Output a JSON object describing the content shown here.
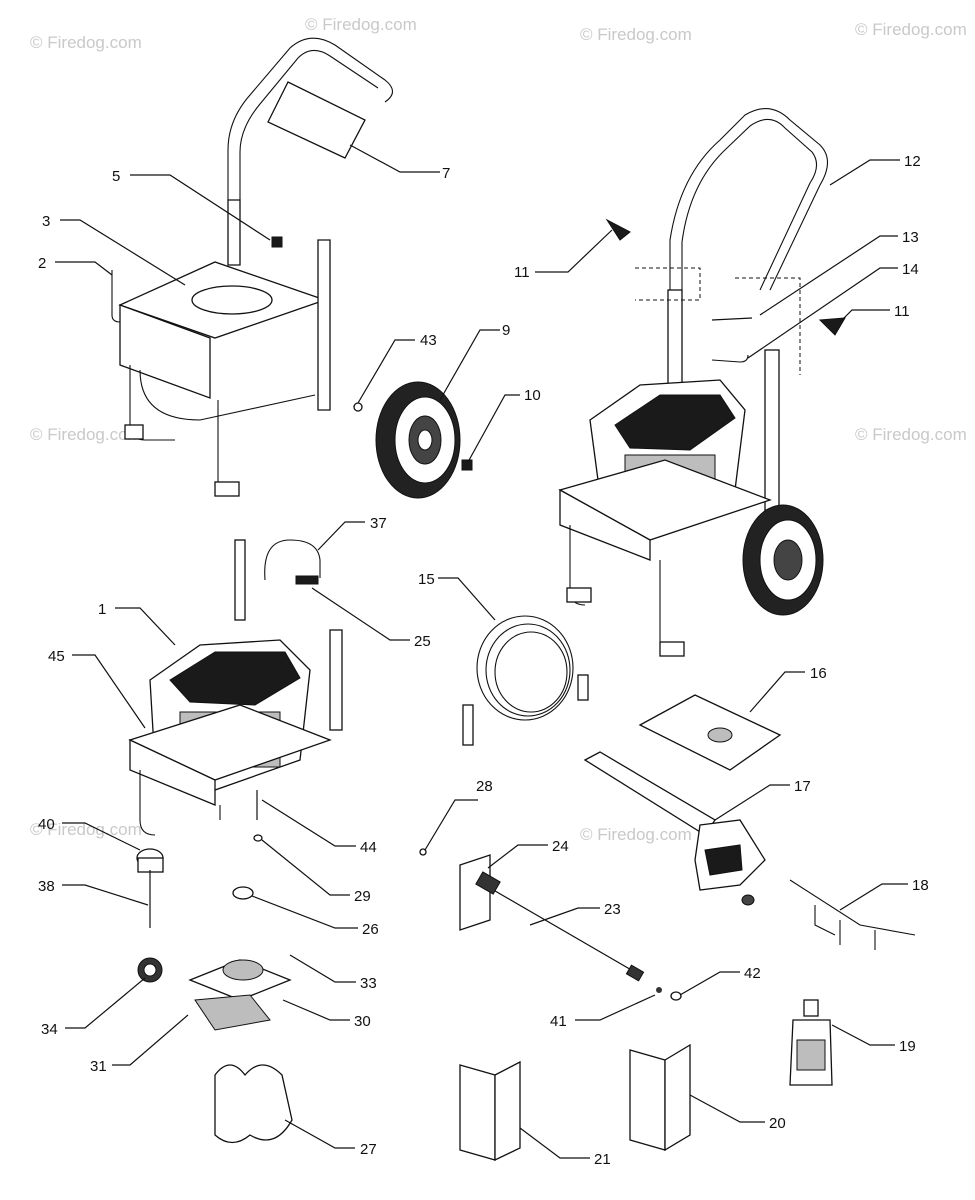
{
  "watermarks": [
    "© Firedog.com",
    "© Firedog.com",
    "© Firedog.com",
    "© Firedog.com",
    "© Firedog.com",
    "© Firedog.com",
    "© Firedog.com",
    "© Firedog.com"
  ],
  "part_labels": {
    "p1": "1",
    "p2": "2",
    "p3": "3",
    "p5": "5",
    "p7": "7",
    "p9": "9",
    "p10": "10",
    "p11a": "11",
    "p11b": "11",
    "p12": "12",
    "p13": "13",
    "p14": "14",
    "p15": "15",
    "p16": "16",
    "p17": "17",
    "p18": "18",
    "p19": "19",
    "p20": "20",
    "p21": "21",
    "p23": "23",
    "p24": "24",
    "p25": "25",
    "p26": "26",
    "p27": "27",
    "p28": "28",
    "p29": "29",
    "p30": "30",
    "p31": "31",
    "p33": "33",
    "p34": "34",
    "p37": "37",
    "p38": "38",
    "p40": "40",
    "p41": "41",
    "p42": "42",
    "p43": "43",
    "p44": "44",
    "p45": "45"
  },
  "colors": {
    "ink": "#111111",
    "watermark": "#c9c9c9",
    "background": "#ffffff"
  }
}
